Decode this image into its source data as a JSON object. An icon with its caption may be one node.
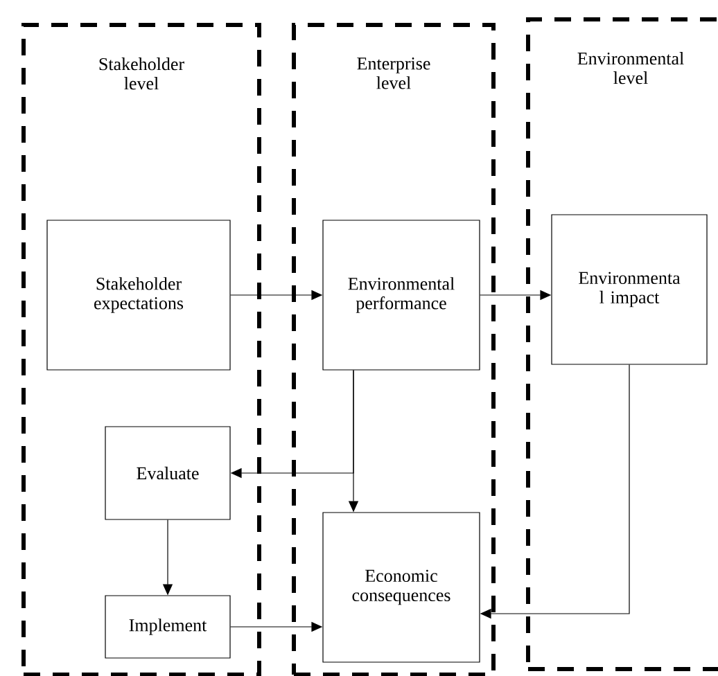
{
  "diagram": {
    "nodes": [
      {
        "text": [
          "Stakeholder level"
        ]
      },
      {
        "text": [
          "Enterprise level"
        ]
      },
      {
        "text": [
          "Environmental level"
        ]
      },
      {
        "text": [
          "Stakeholder expectations"
        ],
        "in": 0
      },
      {
        "text": [
          "Environmental performance"
        ],
        "in": 1
      },
      {
        "text": [
          "Environmenta l impact"
        ],
        "in": 2
      },
      {
        "text": [
          "Evaluate"
        ],
        "in": 0
      },
      {
        "text": [
          "Economic consequences"
        ],
        "in": 1
      },
      {
        "text": [
          "Implement"
        ],
        "in": 0
      }
    ],
    "edges": [
      {
        "from": 3,
        "to": 4,
        "arrow": "to"
      },
      {
        "from": 4,
        "to": 5,
        "arrow": "to"
      },
      {
        "from": 4,
        "to": 6,
        "arrow": "to"
      },
      {
        "from": 4,
        "to": 7,
        "arrow": "to"
      },
      {
        "from": 6,
        "to": 8,
        "arrow": "to"
      },
      {
        "from": 8,
        "to": 7,
        "arrow": "to"
      },
      {
        "from": 5,
        "to": 7,
        "arrow": "to"
      }
    ]
  }
}
